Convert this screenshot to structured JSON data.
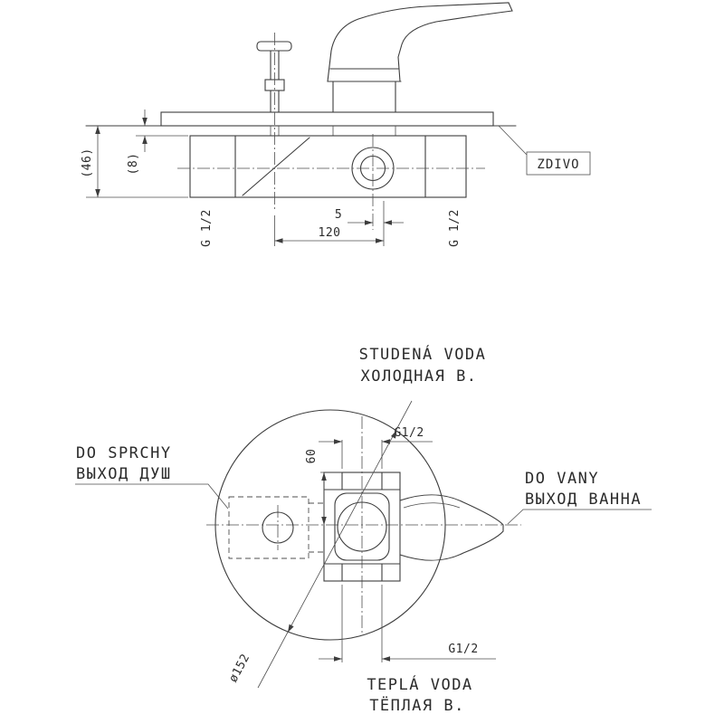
{
  "drawing": {
    "top_view": {
      "zdivo_label": "ZDIVO",
      "dim_depth": "(46)",
      "dim_offset": "(8)",
      "dim_5": "5",
      "dim_120": "120",
      "thread_left": "G 1/2",
      "thread_right": "G 1/2"
    },
    "front_view": {
      "cold_cz": "STUDENÁ VODA",
      "cold_ru": "ХОЛОДНАЯ В.",
      "shower_cz": "DO SPRCHY",
      "shower_ru": "ВЫХОД ДУШ",
      "bath_cz": "DO VANY",
      "bath_ru": "ВЫХОД ВАННА",
      "hot_cz": "TEPLÁ VODA",
      "hot_ru": "ТЁПЛАЯ В.",
      "thread_top": "G1/2",
      "thread_bottom": "G1/2",
      "dim_60": "60",
      "dim_diameter": "ø152"
    }
  }
}
